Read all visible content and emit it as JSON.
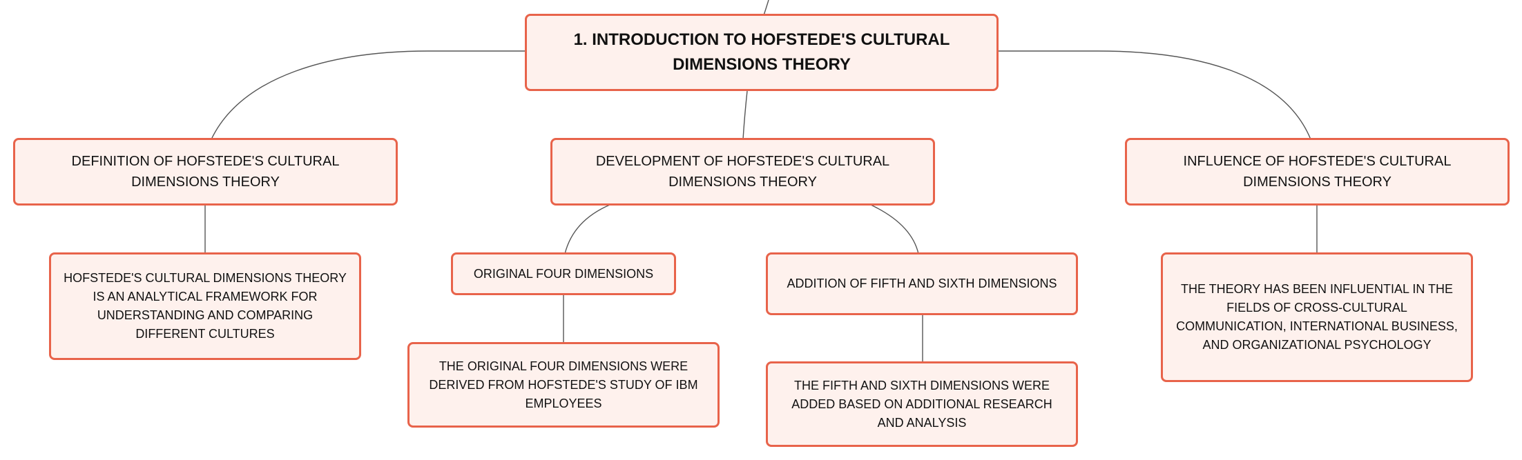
{
  "root": {
    "label": "1. INTRODUCTION TO HOFSTEDE'S CULTURAL DIMENSIONS THEORY"
  },
  "definition": {
    "label": "DEFINITION OF HOFSTEDE'S CULTURAL DIMENSIONS THEORY",
    "detail": "HOFSTEDE'S CULTURAL DIMENSIONS THEORY IS AN ANALYTICAL FRAMEWORK FOR UNDERSTANDING AND COMPARING DIFFERENT CULTURES"
  },
  "development": {
    "label": "DEVELOPMENT OF HOFSTEDE'S CULTURAL DIMENSIONS THEORY",
    "original_four": {
      "label": "ORIGINAL FOUR DIMENSIONS",
      "detail": "THE ORIGINAL FOUR DIMENSIONS WERE DERIVED FROM HOFSTEDE'S STUDY OF IBM EMPLOYEES"
    },
    "fifth_sixth": {
      "label": "ADDITION OF FIFTH AND SIXTH DIMENSIONS",
      "detail": "THE FIFTH AND SIXTH DIMENSIONS WERE ADDED BASED ON ADDITIONAL RESEARCH AND ANALYSIS"
    }
  },
  "influence": {
    "label": "INFLUENCE OF HOFSTEDE'S CULTURAL DIMENSIONS THEORY",
    "detail": "THE THEORY HAS BEEN INFLUENTIAL IN THE FIELDS OF CROSS-CULTURAL COMMUNICATION, INTERNATIONAL BUSINESS, AND ORGANIZATIONAL PSYCHOLOGY"
  },
  "colors": {
    "node_fill": "#fef1ed",
    "node_border": "#e8634a",
    "connector": "#555555",
    "text": "#111111"
  }
}
